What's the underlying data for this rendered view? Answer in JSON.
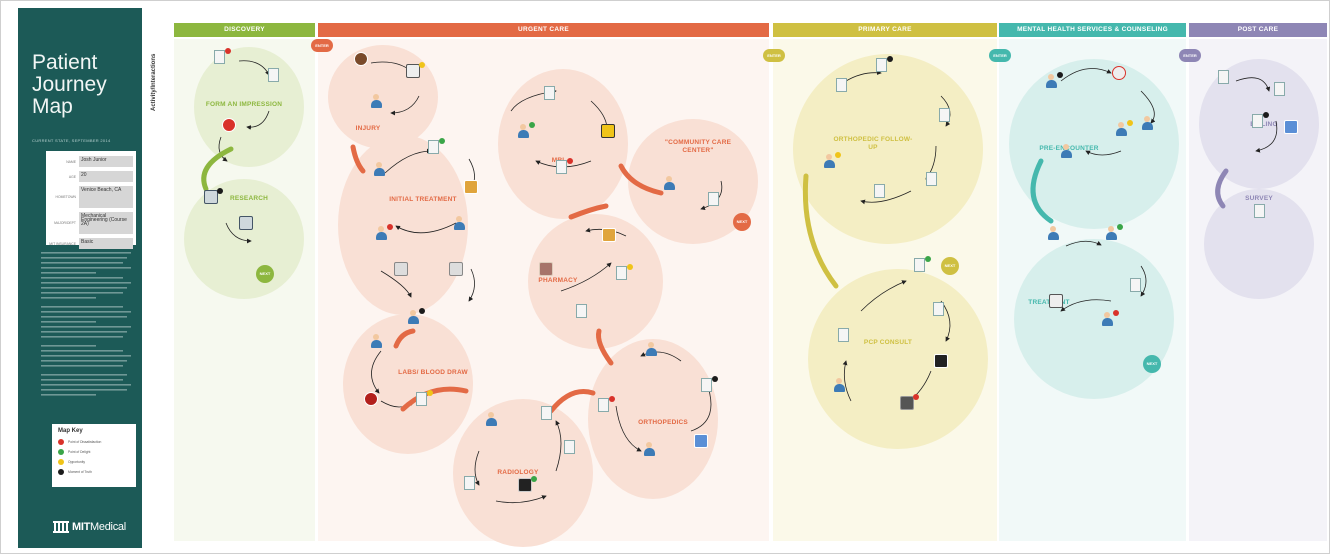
{
  "sidebar": {
    "title": "Patient Journey Map",
    "subtitle": "CURRENT STATE, SEPTEMBER 2014",
    "persona": [
      {
        "label": "NAME",
        "value": "Josh Junior"
      },
      {
        "label": "AGE",
        "value": "20"
      },
      {
        "label": "HOMETOWN",
        "value": "Venice Beach, CA"
      },
      {
        "label": "MAJOR/DEPT",
        "value": "Mechanical Engineering (Course 2A)"
      },
      {
        "label": "MIT INSURANCE",
        "value": "Basic"
      }
    ],
    "map_key": {
      "title": "Map Key",
      "items": [
        {
          "label": "Point of Dissatisfaction",
          "color": "#d9322a"
        },
        {
          "label": "Point of Delight",
          "color": "#3aa548"
        },
        {
          "label": "Opportunity",
          "color": "#f0c419"
        },
        {
          "label": "Moment of Truth",
          "color": "#1b1b1b"
        }
      ]
    },
    "logo_bold": "MIT",
    "logo_regular": "Medical"
  },
  "axis_label": "Activity/Interactions",
  "phases": [
    {
      "name": "DISCOVERY",
      "color": "#8db73f",
      "bg": "#eef4e0"
    },
    {
      "name": "URGENT CARE",
      "color": "#e36a45",
      "bg": "#fceee7"
    },
    {
      "name": "PRIMARY CARE",
      "color": "#cfc042",
      "bg": "#fbf8e3"
    },
    {
      "name": "MENTAL HEALTH SERVICES & COUNSELING",
      "color": "#45b8ad",
      "bg": "#e4f3f1"
    },
    {
      "name": "POST CARE",
      "color": "#8e86b5",
      "bg": "#ecebf3"
    }
  ],
  "sections": {
    "form_an_impression": "FORM AN IMPRESSION",
    "research": "RESEARCH",
    "injury": "INJURY",
    "initial_treatment": "INITIAL TREATMENT",
    "labs_blood_draw": "LABS/ BLOOD DRAW",
    "radiology": "RADIOLOGY",
    "orthopedics": "ORTHOPEDICS",
    "pharmacy": "PHARMACY",
    "mri": "MRI",
    "community_care_center": "\"COMMUNITY CARE CENTER\"",
    "orthopedic_follow_up": "ORTHOPEDIC FOLLOW-UP",
    "pcp_consult": "PCP CONSULT",
    "pre_encounter": "PRE-ENCOUNTER",
    "treatment": "TREATMENT",
    "billing": "BILLING",
    "survey": "SURVEY"
  },
  "pills": {
    "enter": "ENTER",
    "next": "NEXT"
  }
}
